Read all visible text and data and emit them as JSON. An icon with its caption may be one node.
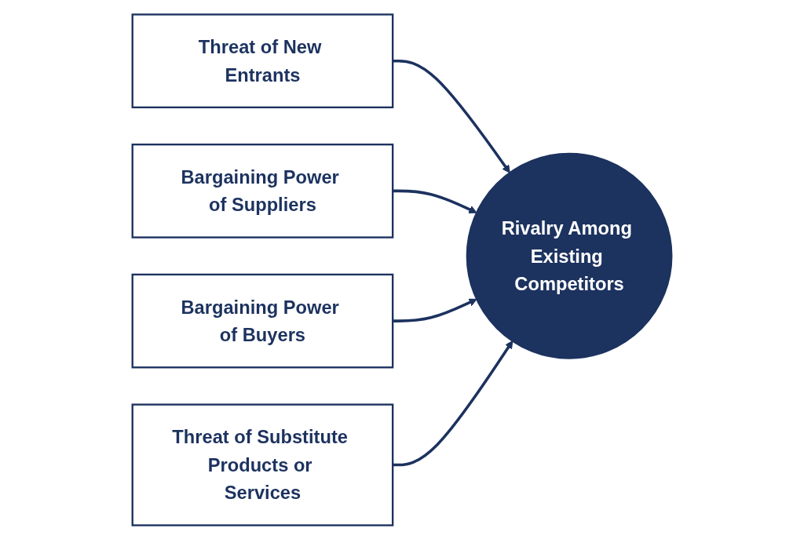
{
  "diagram": {
    "nodes": [
      {
        "text": [
          "Threat of New Entrants"
        ]
      },
      {
        "text": [
          "Bargaining Power of Suppliers"
        ]
      },
      {
        "text": [
          "Rivalry Among Existing Competitors"
        ]
      },
      {
        "text": [
          "Bargaining Power of Buyers"
        ]
      },
      {
        "text": [
          "Threat of Substitute Products or Services"
        ]
      }
    ],
    "edges": [
      {
        "from": 0,
        "to": 2,
        "arrow": "to"
      },
      {
        "from": 1,
        "to": 2,
        "arrow": "to"
      },
      {
        "from": 3,
        "to": 2,
        "arrow": "to"
      },
      {
        "from": 4,
        "to": 2,
        "arrow": "to"
      }
    ]
  }
}
